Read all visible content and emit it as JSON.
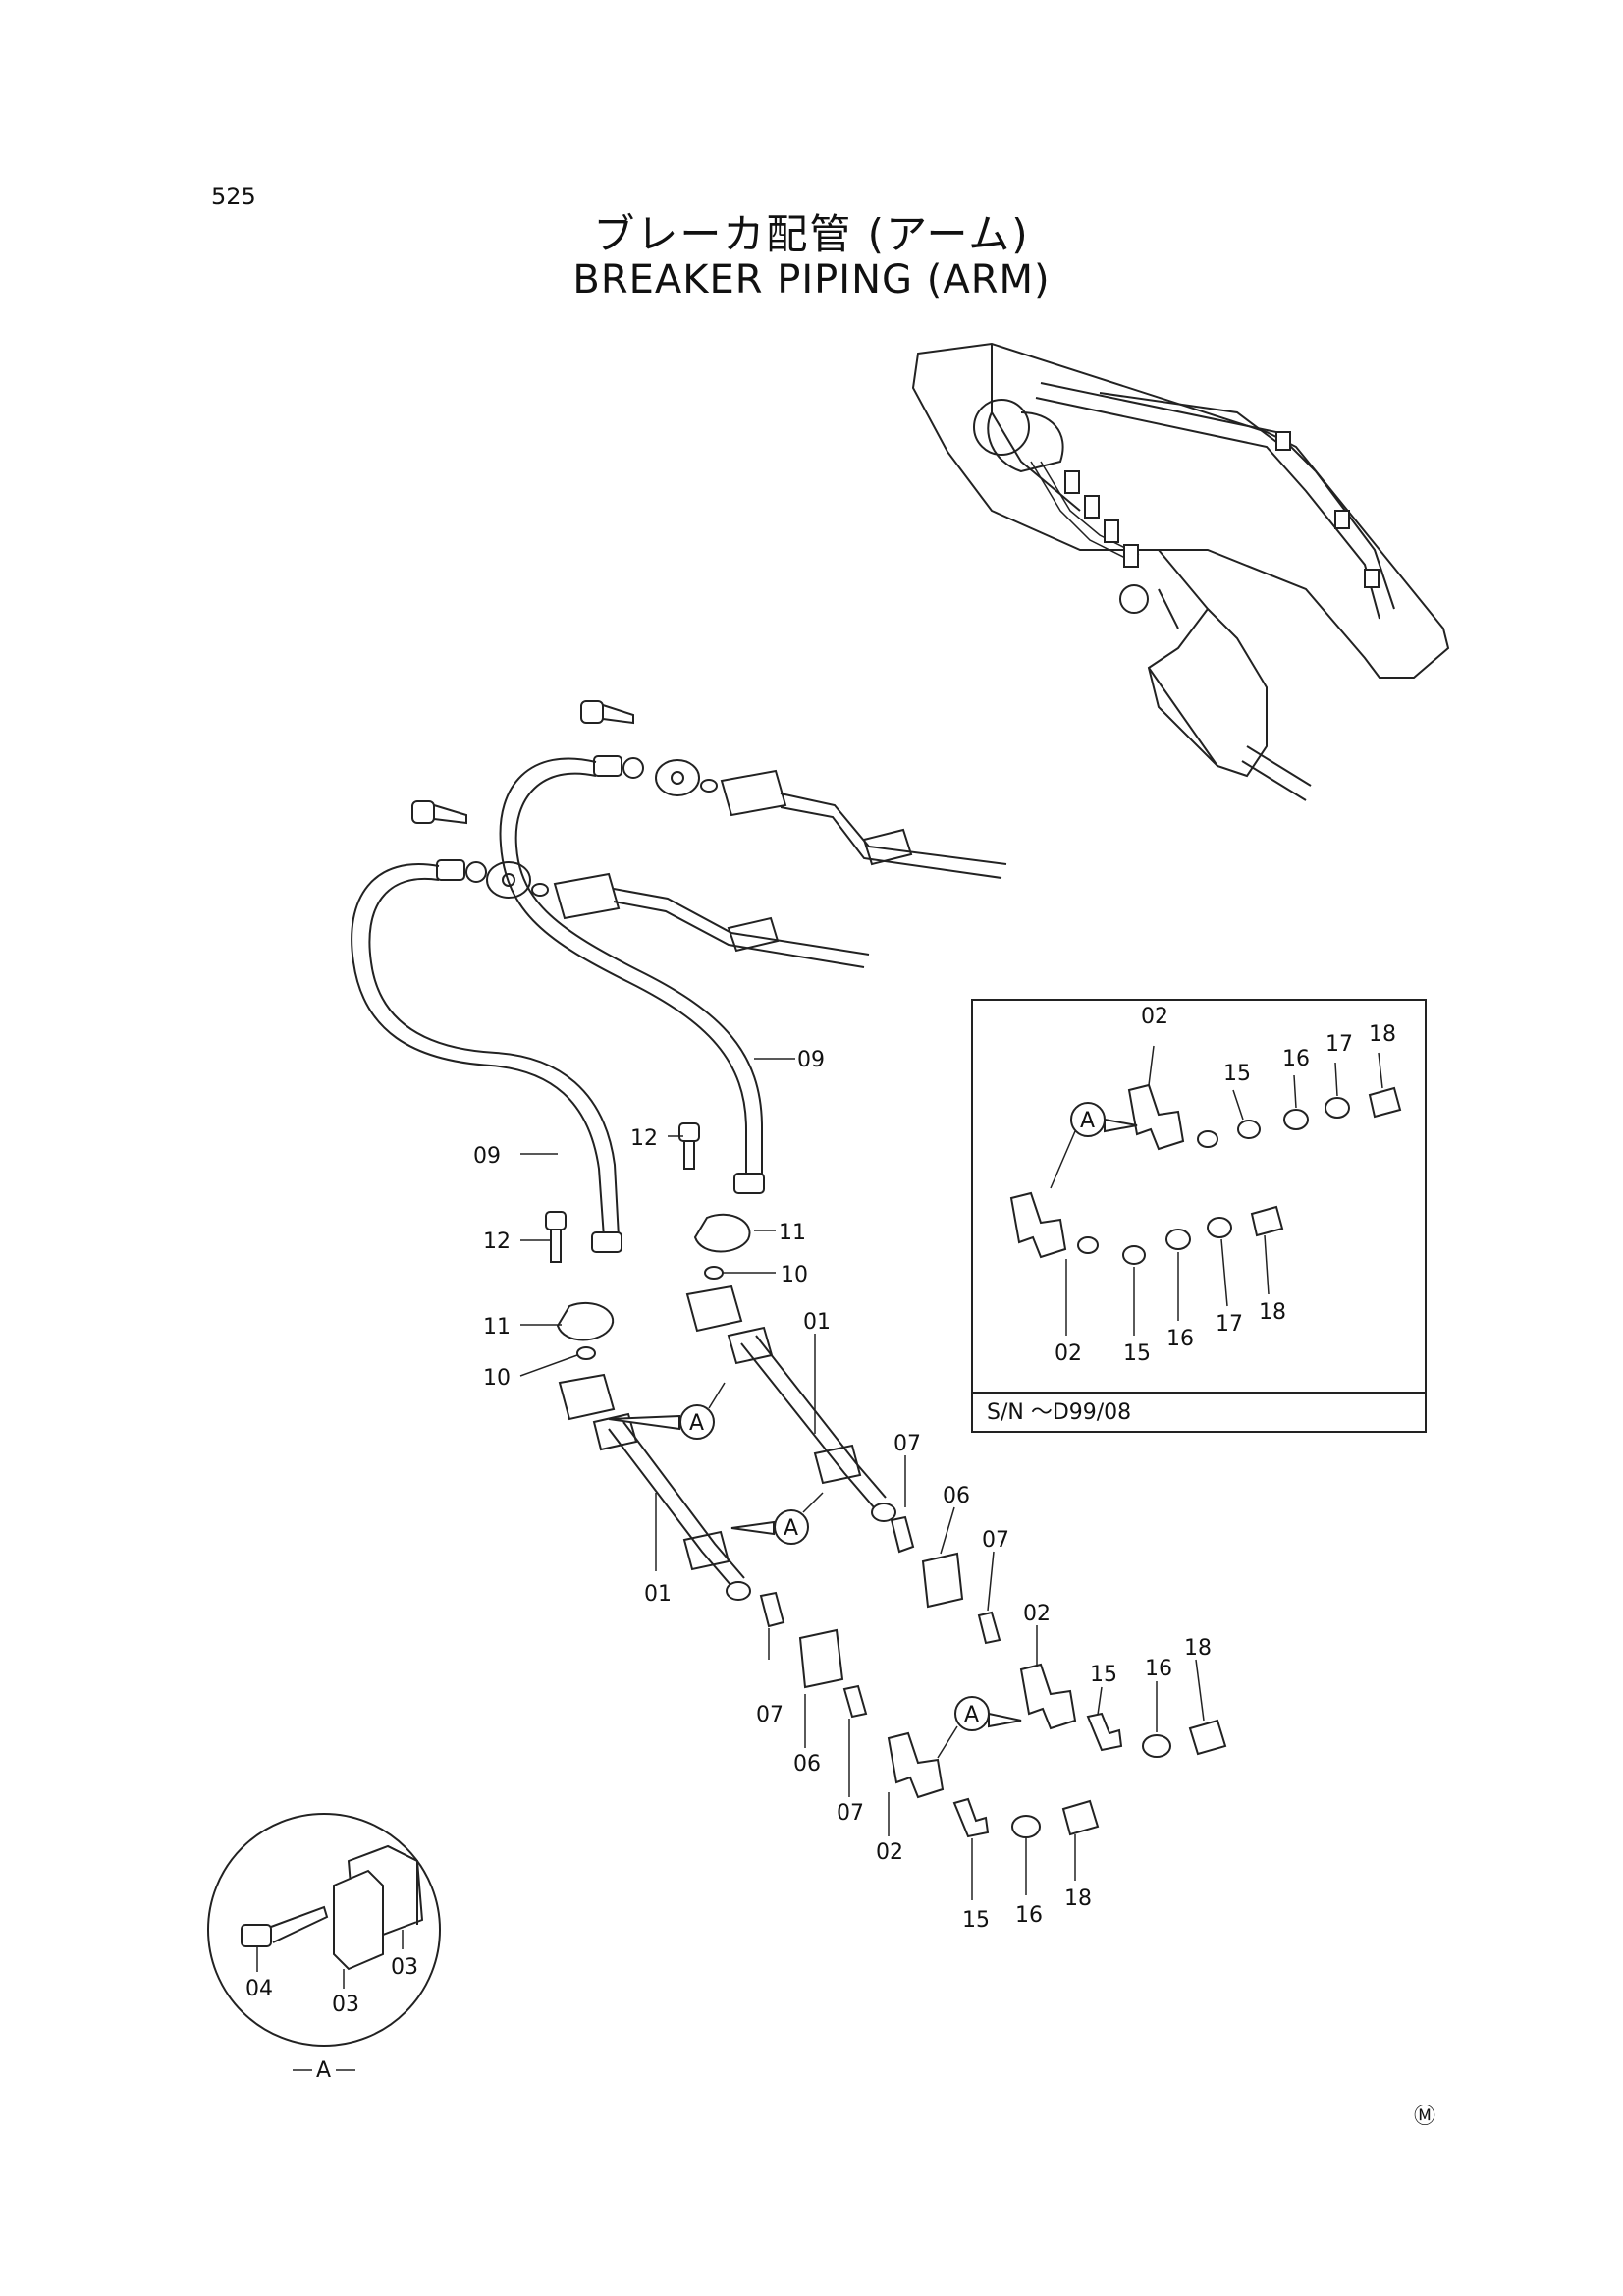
{
  "page": {
    "number": "525",
    "title_jp": "ブレーカ配管 (アーム)",
    "title_en": "BREAKER PIPING (ARM)",
    "serial_note": "S/N ～D99/08",
    "detail_view_label": "A",
    "registered_mark": "Ⓜ"
  },
  "labels": {
    "p01a": "01",
    "p01b": "01",
    "p02a": "02",
    "p02b": "02",
    "p02c": "02",
    "p02d": "02",
    "p03a": "03",
    "p03b": "03",
    "p04": "04",
    "p06a": "06",
    "p06b": "06",
    "p07a": "07",
    "p07b": "07",
    "p07c": "07",
    "p07d": "07",
    "p09a": "09",
    "p09b": "09",
    "p10a": "10",
    "p10b": "10",
    "p11a": "11",
    "p11b": "11",
    "p12a": "12",
    "p12b": "12",
    "p15a": "15",
    "p15b": "15",
    "p15c": "15",
    "p15d": "15",
    "p16a": "16",
    "p16b": "16",
    "p16c": "16",
    "p16d": "16",
    "p17a": "17",
    "p17b": "17",
    "p18a": "18",
    "p18b": "18",
    "p18c": "18",
    "p18d": "18",
    "callout": "A"
  }
}
